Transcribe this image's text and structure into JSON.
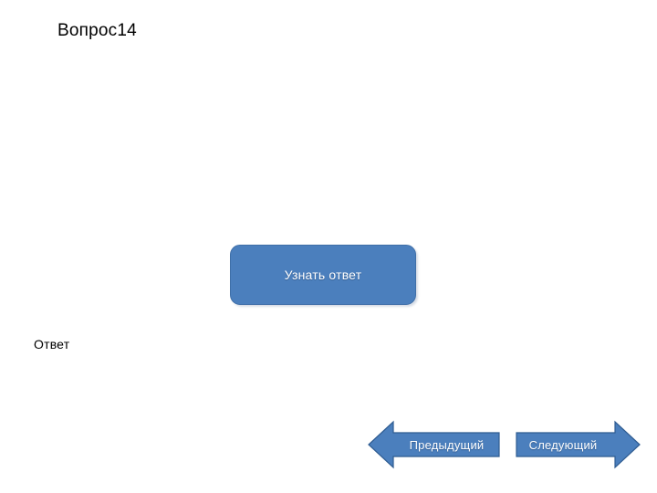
{
  "slide": {
    "title": "Вопрос14",
    "answer_label": "Ответ",
    "reveal_button_label": "Узнать ответ",
    "nav": {
      "previous_label": "Предыдущий",
      "next_label": "Следующий"
    },
    "colors": {
      "accent_blue": "#4B7FBD",
      "accent_blue_border": "#3F6FA8",
      "background": "#FFFFFF",
      "text": "#000000",
      "button_text": "#FFFFFF"
    }
  }
}
